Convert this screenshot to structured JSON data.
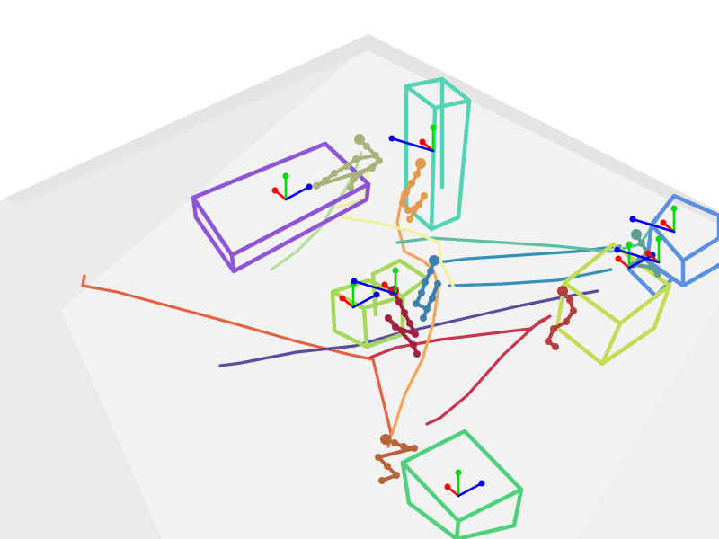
{
  "scene": {
    "background": "#ffffff",
    "floor_color": "#efefef",
    "wall_color": "#f4f4f4",
    "axis_colors": {
      "x": "#ff0000",
      "y": "#00dd00",
      "z": "#0000ee"
    },
    "trajectories": [
      {
        "name": "orange-red",
        "color": "#e3623f"
      },
      {
        "name": "navy-purple",
        "color": "#5a4d9c"
      },
      {
        "name": "crimson",
        "color": "#c8334e"
      },
      {
        "name": "light-orange",
        "color": "#f4a35a"
      },
      {
        "name": "teal-blue",
        "color": "#3a8fb7"
      },
      {
        "name": "sea-green",
        "color": "#5cbfa3"
      },
      {
        "name": "pale-yellow",
        "color": "#f3eea0"
      },
      {
        "name": "light-green",
        "color": "#b3dd9c"
      }
    ],
    "boxes": [
      {
        "name": "purple-box",
        "color": "#8f55d6"
      },
      {
        "name": "teal-tall-box",
        "color": "#52d4b4"
      },
      {
        "name": "blue-box",
        "color": "#5b8fe0"
      },
      {
        "name": "lime-box-large",
        "color": "#c4dc55"
      },
      {
        "name": "lime-box-small",
        "color": "#a5d85a"
      },
      {
        "name": "green-box",
        "color": "#4fd07a"
      }
    ],
    "figures": [
      {
        "name": "olive-figure",
        "color": "#a9b27a"
      },
      {
        "name": "orange-figure",
        "color": "#e49a4a"
      },
      {
        "name": "blue-figure",
        "color": "#3f7fb0"
      },
      {
        "name": "maroon-figure",
        "color": "#a0223f"
      },
      {
        "name": "brown-figure",
        "color": "#b8643a"
      },
      {
        "name": "teal-figure",
        "color": "#5f9f93"
      },
      {
        "name": "red-figure",
        "color": "#b53f3f"
      }
    ]
  }
}
